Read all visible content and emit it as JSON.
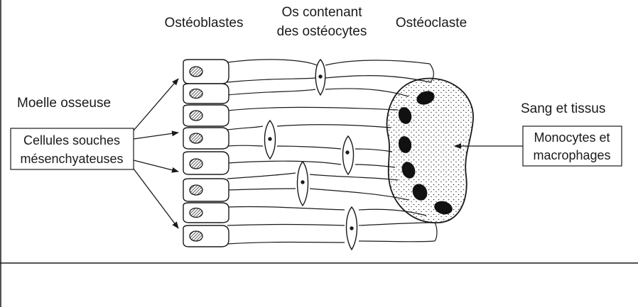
{
  "labels": {
    "osteoblasts": "Ostéoblastes",
    "bone_line1": "Os contenant",
    "bone_line2": "des ostéocytes",
    "osteoclast": "Ostéoclaste",
    "marrow": "Moelle osseuse",
    "stem_line1": "Cellules souches",
    "stem_line2": "mésenchyateuses",
    "blood": "Sang et tissus",
    "mono_line1": "Monocytes et",
    "mono_line2": "macrophages"
  },
  "colors": {
    "ink": "#1a1a1a",
    "paper": "#ffffff"
  }
}
